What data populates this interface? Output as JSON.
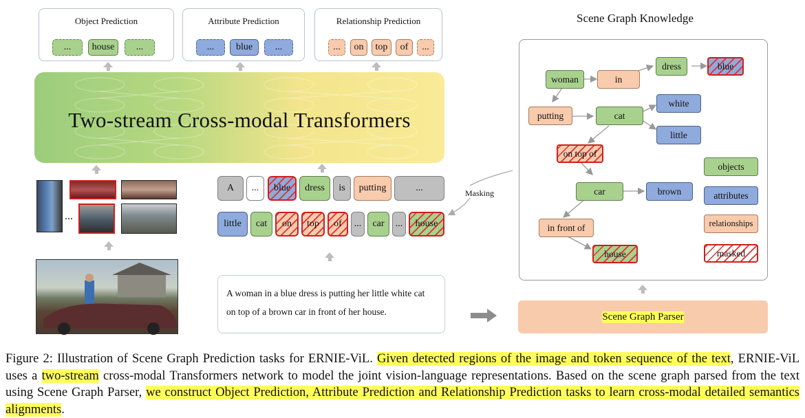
{
  "object_prediction": {
    "title": "Object Prediction",
    "tokens": [
      "...",
      "house",
      "..."
    ]
  },
  "attribute_prediction": {
    "title": "Attribute Prediction",
    "tokens": [
      "...",
      "blue",
      "..."
    ]
  },
  "relationship_prediction": {
    "title": "Relationship  Prediction",
    "tokens": [
      "...",
      "on",
      "top",
      "of",
      "..."
    ]
  },
  "transformer": {
    "title": "Two-stream Cross-modal Transformers"
  },
  "token_row1": [
    "A",
    "...",
    "blue",
    "dress",
    "is",
    "putting",
    "..."
  ],
  "token_row2": [
    "little",
    "cat",
    "on",
    "top",
    "of",
    "...",
    "car",
    "...",
    "house"
  ],
  "masking_label": "Masking",
  "caption_text": "A woman in a blue dress is putting her little white cat on top of a brown car in front of her house.",
  "scene_graph": {
    "title": "Scene Graph Knowledge",
    "nodes": {
      "woman": "woman",
      "in": "in",
      "dress": "dress",
      "blue": "blue",
      "putting": "putting",
      "cat": "cat",
      "white": "white",
      "little": "little",
      "on_top_of": "on top of",
      "car": "car",
      "brown": "brown",
      "in_front_of": "in front of",
      "house": "house"
    },
    "legend": [
      "objects",
      "attributes",
      "relationships",
      "masked"
    ]
  },
  "parser_label": "Scene Graph Parser",
  "thumb_ellipsis": "...",
  "figure_caption": {
    "p1": "Figure 2: Illustration of Scene Graph Prediction tasks for ERNIE-ViL. ",
    "h1": "Given detected regions of the image and token sequence of the text",
    "p2": ", ERNIE-ViL uses a ",
    "h2": "two-stream",
    "p3": " cross-modal Transformers network to model the joint vision-language representations. Based on the scene graph parsed from the text using Scene Graph Parser, ",
    "h3": "we construct Object Prediction, Attribute Prediction and Relationship Prediction tasks to learn cross-modal detailed semantics alignments",
    "p4": "."
  },
  "colors": {
    "object": "#a9d18e",
    "attribute": "#8faadc",
    "relationship": "#f8cbad",
    "highlight": "#ffff5c",
    "mask": "#d01e1e"
  }
}
